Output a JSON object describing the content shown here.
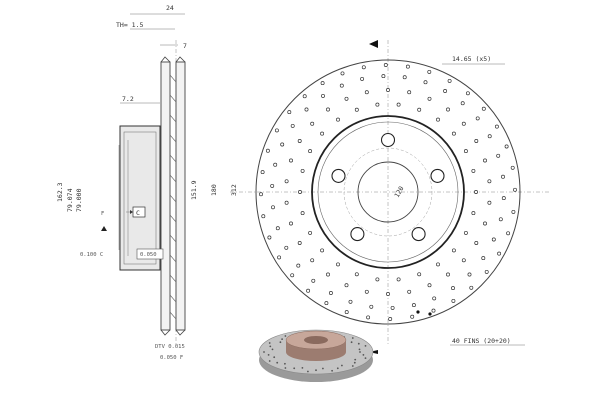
{
  "dimensions": {
    "d_24": "24",
    "d_th": "TH= 1.5",
    "d_7": "7",
    "d_72": "7.2",
    "d_1623": "162.3",
    "d_79074": "79.074",
    "d_79000": "79.000",
    "d_1519": "151.9",
    "d_180": "180",
    "d_312": "312",
    "d_hole": "14.65 (x5)",
    "d_120": "120",
    "d_runout_left": "0.100 C",
    "d_runout_box": "0.050",
    "d_dtv": "DTV 0.015",
    "d_flat": "0.050 F",
    "d_fins": "40 FINS (20+20)"
  },
  "labels": {
    "datum_c": "C",
    "datum_f": "F"
  },
  "colors": {
    "line": "#444444",
    "disc_surface": "#b8b8b8",
    "hat": "#c7a79a",
    "hat_dark": "#9c7c70",
    "background": "#ffffff"
  },
  "icons": {
    "rotation_arrow": "rotation-direction-arrow-icon",
    "datum_triangle": "datum-triangle-icon"
  }
}
